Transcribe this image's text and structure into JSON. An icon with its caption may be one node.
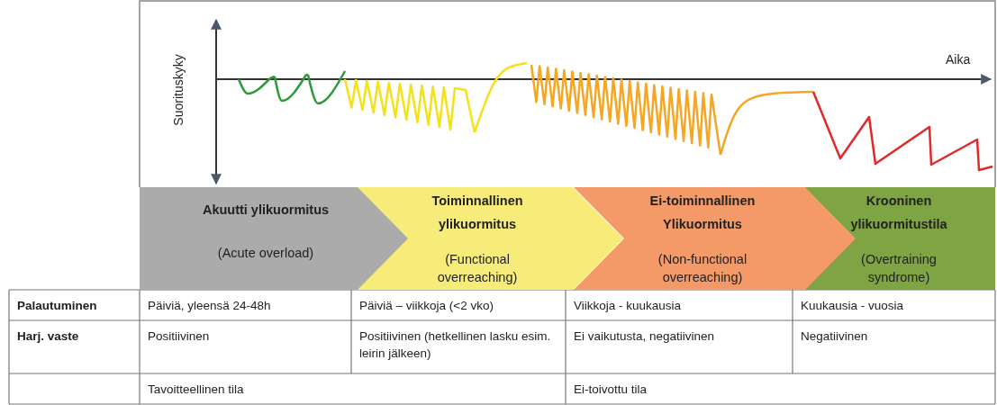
{
  "diagram": {
    "nodes": [
      {
        "text": [
          "Akuutti ylikuormitus",
          "(Acute overload)"
        ]
      },
      {
        "text": [
          "Toiminnallinen ylikuormitus",
          "(Functional overreaching)"
        ]
      },
      {
        "text": [
          "Ei-toiminnallinen Ylikuormitus",
          "(Non-functional overreaching)"
        ]
      },
      {
        "text": [
          "Krooninen ylikuormitustila",
          "(Overtraining syndrome)"
        ]
      }
    ],
    "labels": [
      "Suorituskyky",
      "Aika",
      "Palautuminen",
      "Päiviä, yleensä 24-48h",
      "Päiviä – viikkoja (<2 vko)",
      "Viikkoja - kuukausia",
      "Kuukausia - vuosia",
      "Harj. vaste",
      "Positiivinen",
      "Positiivinen (hetkellinen lasku esim. leirin jälkeen)",
      "Ei vaikutusta, negatiivinen",
      "Negatiivinen",
      "Tavoitteellinen tila",
      "Ei-toivottu tila"
    ]
  }
}
